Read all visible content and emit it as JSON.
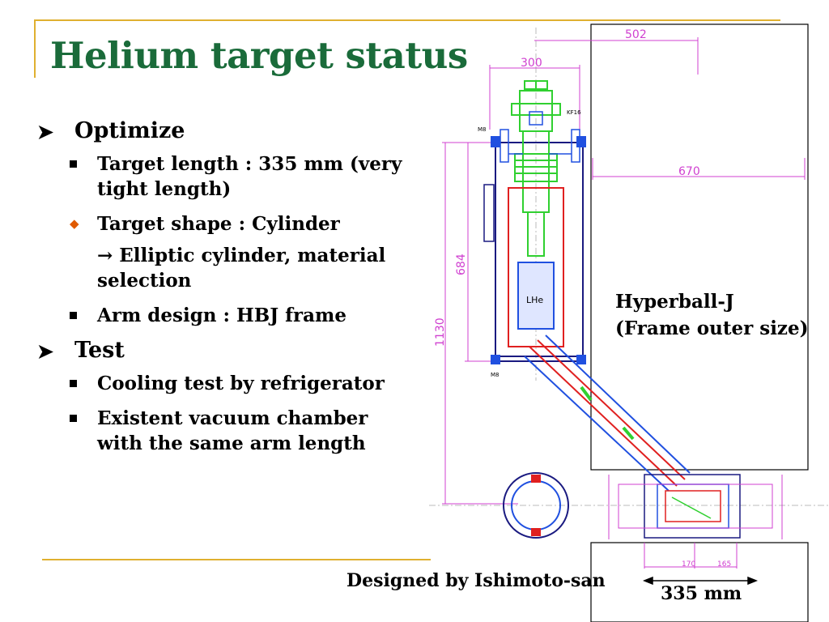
{
  "slide": {
    "title": "Helium target status",
    "sections": [
      {
        "label": "Optimize",
        "items": [
          {
            "marker": "square",
            "lines": [
              "Target length : 335 mm (very",
              "tight length)"
            ]
          },
          {
            "marker": "diamond",
            "lines": [
              "Target shape  : Cylinder"
            ]
          },
          {
            "marker": "none",
            "lines": [
              "→ Elliptic cylinder, material",
              "selection"
            ]
          },
          {
            "marker": "square",
            "lines": [
              "Arm design : HBJ frame"
            ]
          }
        ]
      },
      {
        "label": "Test",
        "items": [
          {
            "marker": "square",
            "lines": [
              "Cooling test by refrigerator"
            ]
          },
          {
            "marker": "square",
            "lines": [
              "Existent vacuum chamber",
              "with the same arm length"
            ]
          }
        ]
      }
    ],
    "diagram": {
      "frame_label_line1": "Hyperball-J",
      "frame_label_line2": "(Frame outer size)",
      "credit": "Designed by Ishimoto-san",
      "length_label": "335 mm",
      "dimensions": {
        "d502": "502",
        "d300": "300",
        "d670": "670",
        "d684": "684",
        "d1130": "1130",
        "d170": "170",
        "d165": "165",
        "kf": "KF16",
        "lhe": "LHe",
        "mb_top": "M8",
        "mb_bottom": "M8"
      }
    },
    "colors": {
      "title": "#1a6b3a",
      "accent_line": "#e0b030",
      "diamond_bullet": "#e05a00",
      "dimension": "#d040d0",
      "structure": "#1a1a80",
      "cold_parts": "#30d030",
      "shield": "#e02020",
      "vessel": "#2050e0"
    }
  }
}
